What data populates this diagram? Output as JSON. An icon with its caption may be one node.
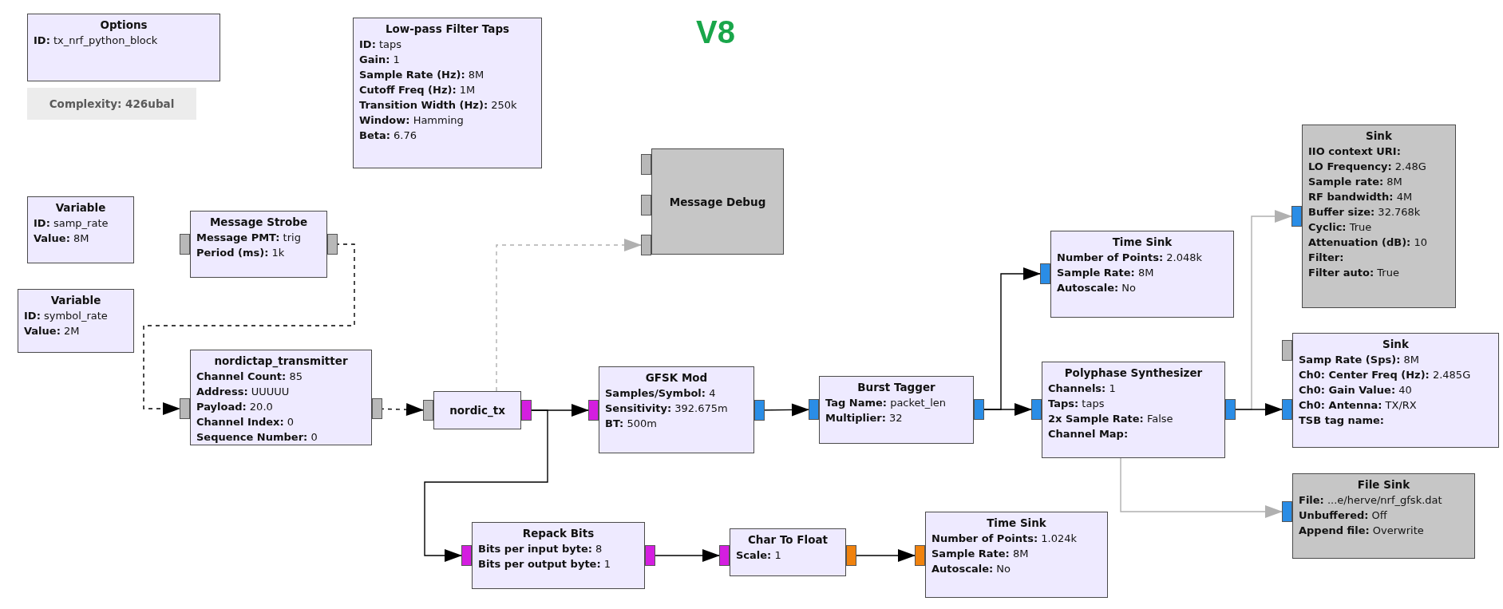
{
  "diagram": {
    "nodes": [
      {
        "text": [
          "Options",
          "**ID:** tx_nrf_python_block"
        ]
      },
      {
        "text": [
          "Complexity: 426ubal"
        ]
      },
      {
        "text": [
          "Low-pass Filter Taps",
          "**ID:** taps",
          "**Gain:** 1",
          "**Sample Rate (Hz):** 8M",
          "**Cutoff Freq (Hz):** 1M",
          "**Transition Width (Hz):** 250k",
          "**Window:** Hamming",
          "**Beta:** 6.76"
        ]
      },
      {
        "text": [
          "Variable",
          "**ID:** samp_rate",
          "**Value:** 8M"
        ]
      },
      {
        "text": [
          "Variable",
          "**ID:** symbol_rate",
          "**Value:** 2M"
        ]
      },
      {
        "text": [
          "Message Strobe",
          "**Message PMT:** trig",
          "**Period (ms):** 1k"
        ]
      },
      {
        "text": [
          "Message Debug"
        ]
      },
      {
        "text": [
          "nordictap_transmitter",
          "**Channel Count:** 85",
          "**Address:** UUUUU",
          "**Payload:** 20.0",
          "**Channel Index:** 0",
          "**Sequence Number:** 0"
        ]
      },
      {
        "text": [
          "nordic_tx"
        ]
      },
      {
        "text": [
          "GFSK Mod",
          "**Samples/Symbol:** 4",
          "**Sensitivity:** 392.675m",
          "**BT:** 500m"
        ]
      },
      {
        "text": [
          "Burst Tagger",
          "**Tag Name:** packet_len",
          "**Multiplier:** 32"
        ]
      },
      {
        "text": [
          "Time Sink",
          "**Number of Points:** 2.048k",
          "**Sample Rate:** 8M",
          "**Autoscale:** No"
        ]
      },
      {
        "text": [
          "Polyphase Synthesizer",
          "**Channels:** 1",
          "**Taps:** taps",
          "**2x Sample Rate:** False",
          "**Channel Map:**"
        ]
      },
      {
        "text": [
          "Sink",
          "**IIO context URI:**",
          "**LO Frequency:** 2.48G",
          "**Sample rate:** 8M",
          "**RF bandwidth:** 4M",
          "**Buffer size:** 32.768k",
          "**Cyclic:** True",
          "**Attenuation (dB):** 10",
          "**Filter:**",
          "**Filter auto:** True"
        ]
      },
      {
        "text": [
          "Sink",
          "**Samp Rate (Sps):** 8M",
          "**Ch0: Center Freq (Hz):** 2.485G",
          "**Ch0: Gain Value:** 40",
          "**Ch0: Antenna:** TX/RX",
          "**TSB tag name:**"
        ]
      },
      {
        "text": [
          "File Sink",
          "**File:** ...e/herve/nrf_gfsk.dat",
          "**Unbuffered:** Off",
          "**Append file:** Overwrite"
        ]
      },
      {
        "text": [
          "Repack Bits",
          "**Bits per input byte:** 8",
          "**Bits per output byte:** 1"
        ]
      },
      {
        "text": [
          "Char To Float",
          "**Scale:** 1"
        ]
      },
      {
        "text": [
          "Time Sink",
          "**Number of Points:** 1.024k",
          "**Sample Rate:** 8M",
          "**Autoscale:** No"
        ]
      }
    ],
    "edges": [
      {
        "from": 5,
        "to": 7,
        "arrow": "to",
        "style": "dashed"
      },
      {
        "from": 7,
        "to": 8,
        "arrow": "to",
        "style": "dashed"
      },
      {
        "from": 8,
        "to": 6,
        "arrow": "to",
        "style": "dashed",
        "color": "#b0b0b0"
      },
      {
        "from": 8,
        "to": 9,
        "arrow": "to"
      },
      {
        "from": 8,
        "to": 16,
        "arrow": "to"
      },
      {
        "from": 9,
        "to": 10,
        "arrow": "to"
      },
      {
        "from": 10,
        "to": 11,
        "arrow": "to"
      },
      {
        "from": 10,
        "to": 12,
        "arrow": "to"
      },
      {
        "from": 12,
        "to": 13,
        "arrow": "to",
        "color": "#b0b0b0"
      },
      {
        "from": 12,
        "to": 14,
        "arrow": "to"
      },
      {
        "from": 12,
        "to": 15,
        "arrow": "to",
        "color": "#b0b0b0"
      },
      {
        "from": 16,
        "to": 17,
        "arrow": "to"
      },
      {
        "from": 17,
        "to": 18,
        "arrow": "to"
      }
    ],
    "labels": [
      "V8"
    ]
  }
}
